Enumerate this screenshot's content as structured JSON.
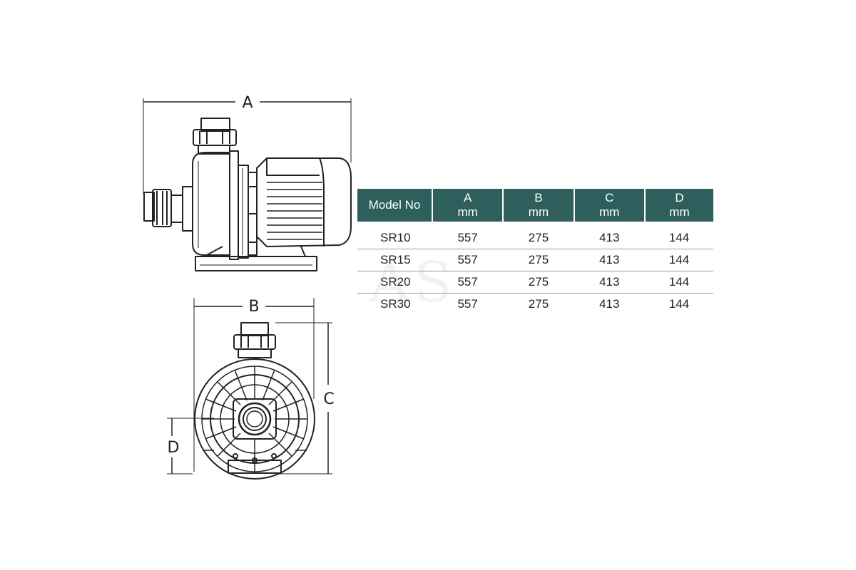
{
  "dimension_labels": {
    "a": "A",
    "b": "B",
    "c": "C",
    "d": "D"
  },
  "watermark": "AS",
  "table": {
    "headers": [
      {
        "top": "Model No",
        "bottom": ""
      },
      {
        "top": "A",
        "bottom": "mm"
      },
      {
        "top": "B",
        "bottom": "mm"
      },
      {
        "top": "C",
        "bottom": "mm"
      },
      {
        "top": "D",
        "bottom": "mm"
      }
    ],
    "rows": [
      [
        "SR10",
        "557",
        "275",
        "413",
        "144"
      ],
      [
        "SR15",
        "557",
        "275",
        "413",
        "144"
      ],
      [
        "SR20",
        "557",
        "275",
        "413",
        "144"
      ],
      [
        "SR30",
        "557",
        "275",
        "413",
        "144"
      ]
    ]
  },
  "colors": {
    "header_bg": "#2e5f5c",
    "header_text": "#ffffff",
    "line": "#222222",
    "row_rule": "#9a9a9a"
  }
}
